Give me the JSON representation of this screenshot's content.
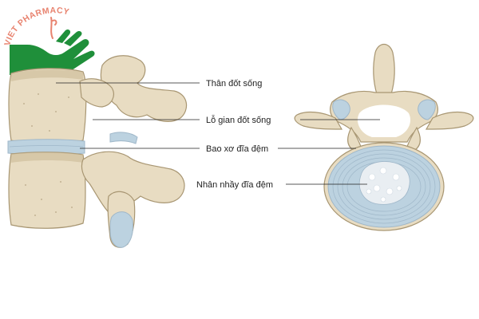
{
  "logo": {
    "text": "VIET PHARMACY",
    "text_color": "#e8836f",
    "hand_color": "#1f8f3a"
  },
  "labels": [
    {
      "id": "than-dot-song",
      "text": "Thân đốt sống"
    },
    {
      "id": "lo-gian-dot-song",
      "text": "Lỗ gian đốt sống"
    },
    {
      "id": "bao-xo-dia-dem",
      "text": "Bao xơ đĩa đệm"
    },
    {
      "id": "nhan-nhay-dia-dem",
      "text": "Nhân nhầy đĩa đệm"
    }
  ],
  "colors": {
    "bone_fill": "#e8dcc2",
    "bone_shade": "#c9b894",
    "bone_outline": "#a89672",
    "disc_fill": "#bcd2e0",
    "disc_ring": "#9fb7c9",
    "nucleus_fill": "#e9eef2",
    "leader_line": "#222222"
  }
}
